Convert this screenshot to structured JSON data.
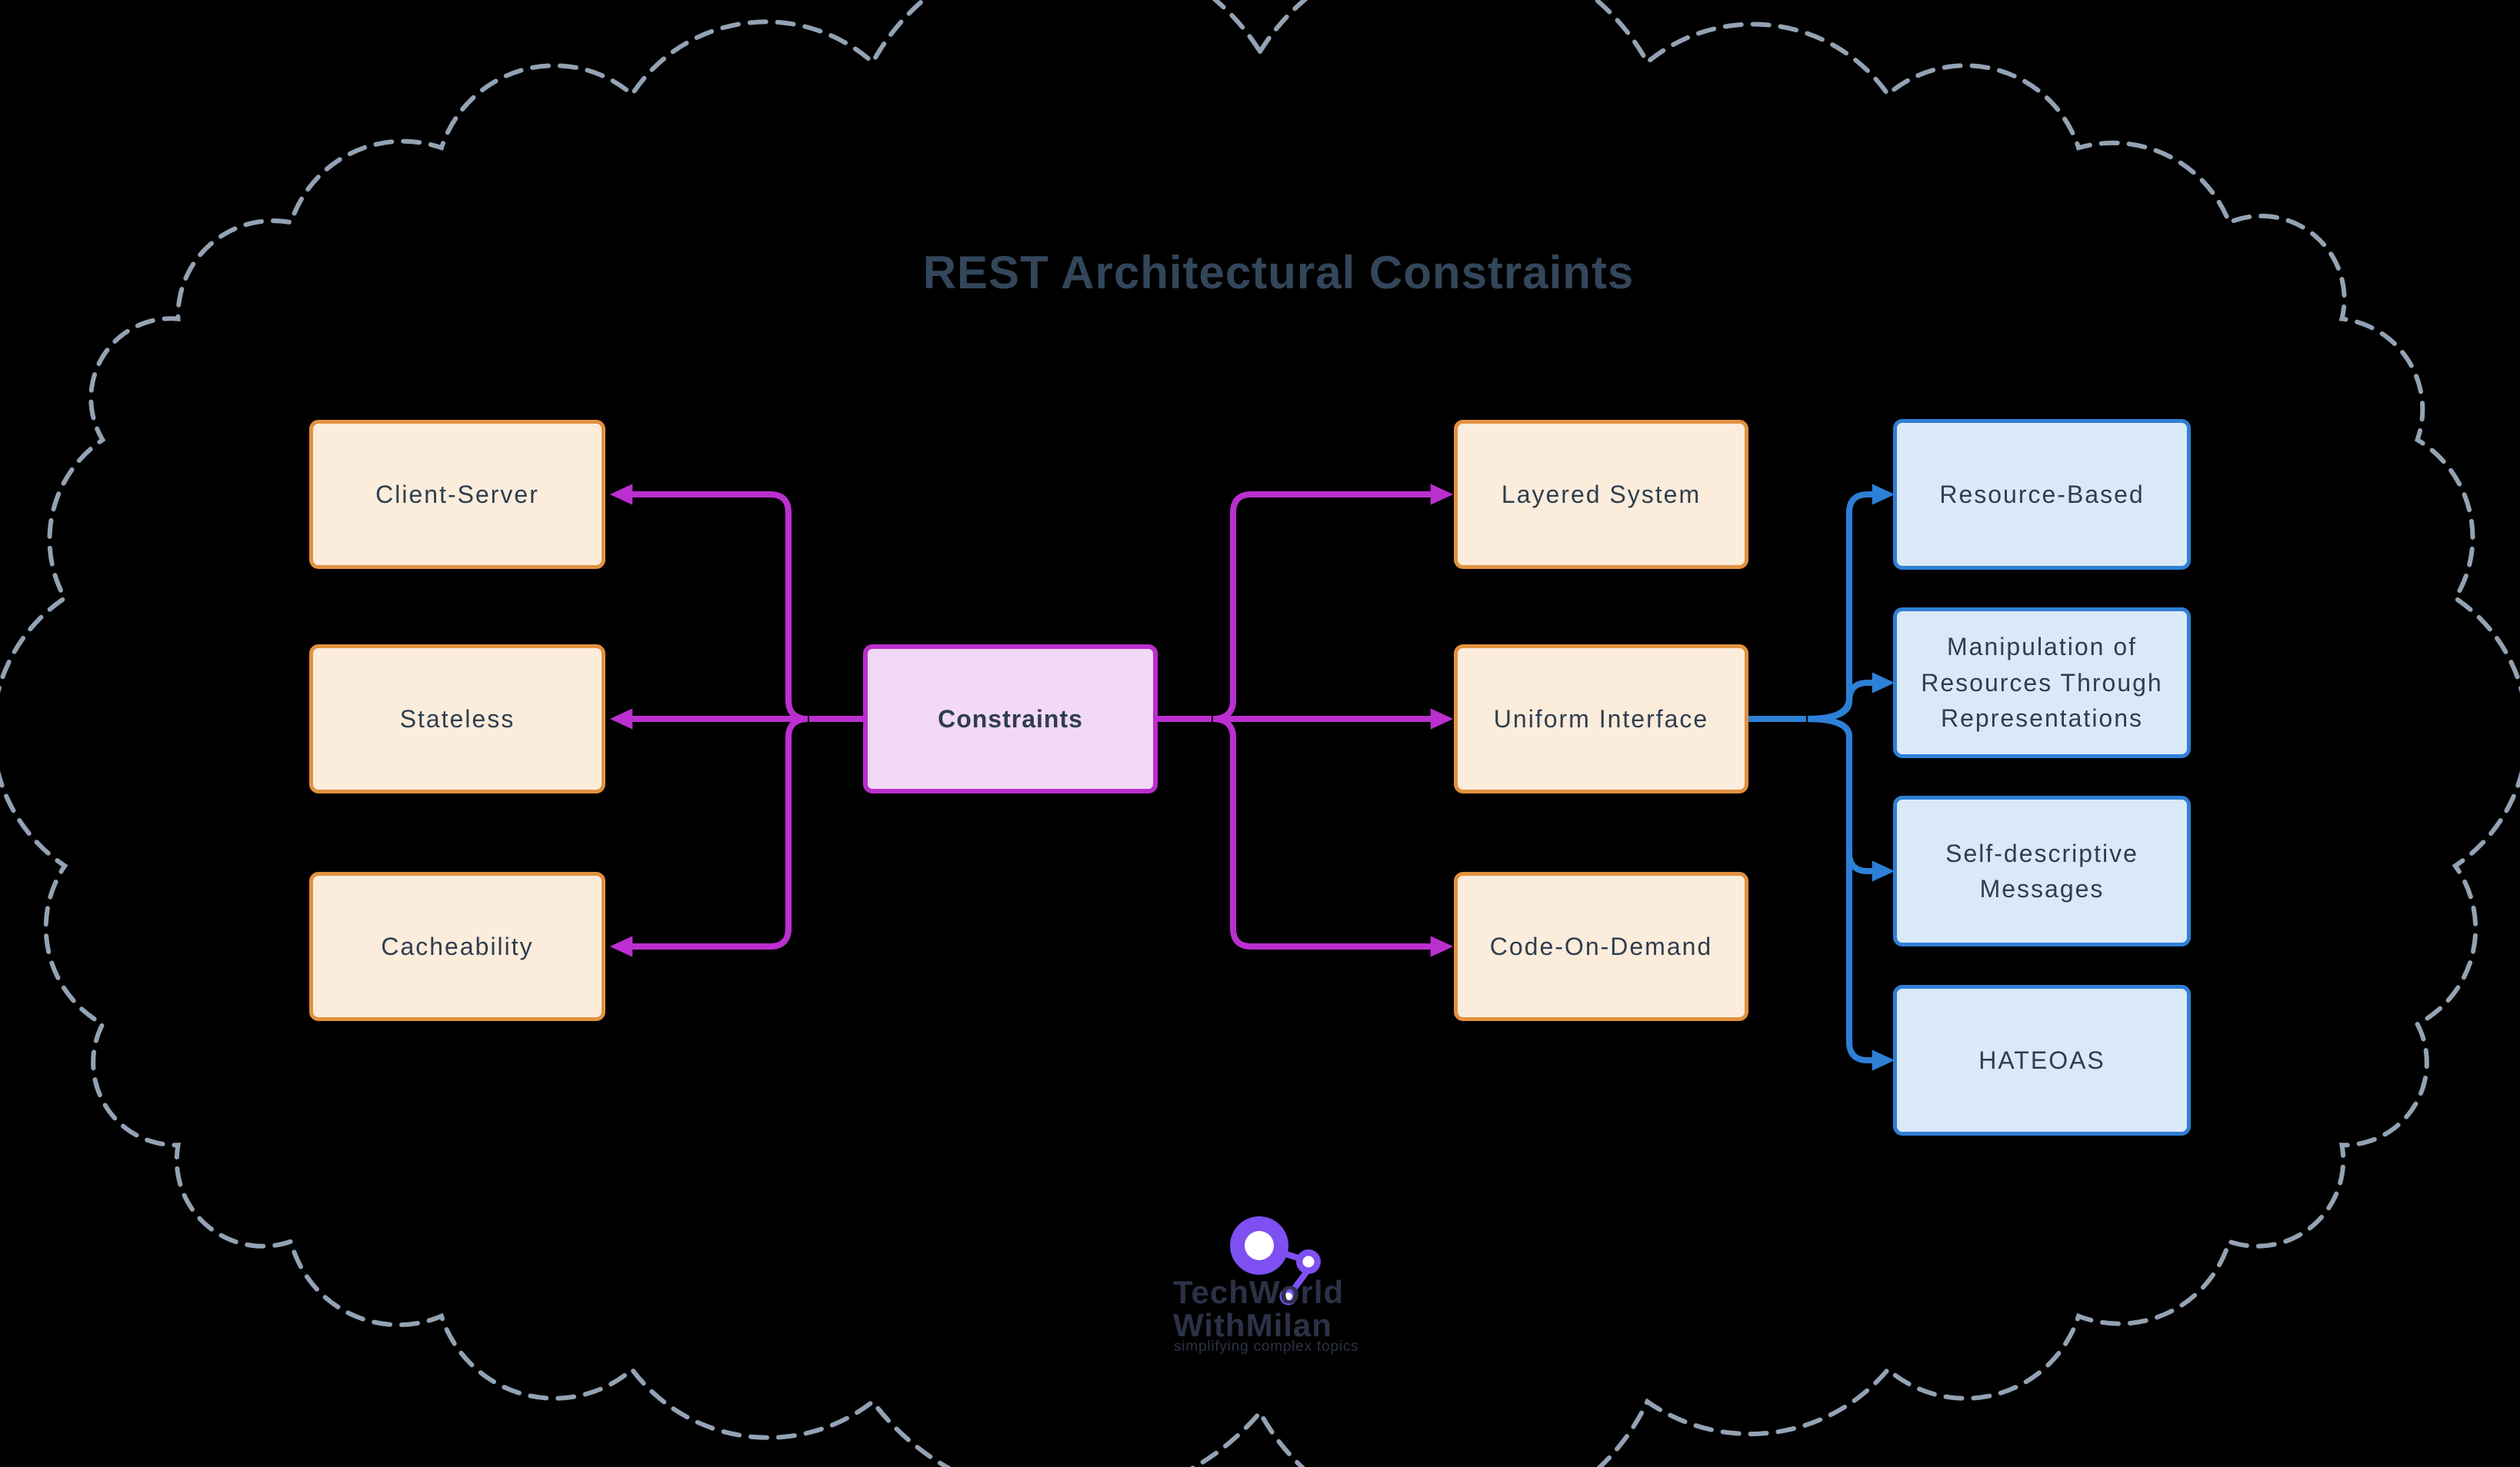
{
  "title": "REST Architectural Constraints",
  "center_node": {
    "label": "Constraints"
  },
  "left_nodes": [
    {
      "id": "client-server",
      "label": "Client-Server"
    },
    {
      "id": "stateless",
      "label": "Stateless"
    },
    {
      "id": "cacheability",
      "label": "Cacheability"
    }
  ],
  "right_nodes": [
    {
      "id": "layered-system",
      "label": "Layered System"
    },
    {
      "id": "uniform-interface",
      "label": "Uniform Interface"
    },
    {
      "id": "code-on-demand",
      "label": "Code-On-Demand"
    }
  ],
  "sub_nodes": [
    {
      "id": "resource-based",
      "label": "Resource-Based"
    },
    {
      "id": "manipulation",
      "label": "Manipulation of Resources Through Representations"
    },
    {
      "id": "self-descriptive",
      "label": "Self-descriptive Messages"
    },
    {
      "id": "hateoas",
      "label": "HATEOAS"
    }
  ],
  "logo": {
    "line1": "TechWorld",
    "line2": "WithMilan",
    "tagline": "simplifying complex topics"
  },
  "colors": {
    "background": "#000000",
    "title-text": "#33465a",
    "node-text": "#2f3e4e",
    "orange-fill": "#fbecdc",
    "orange-border": "#e2913f",
    "purple-fill": "#f2d9f7",
    "purple-border": "#ba2dcc",
    "magenta-edge": "#bb2fd0",
    "blue-fill": "#dbe8f7",
    "blue-border": "#2e7fd6",
    "blue-edge": "#2e7fd6",
    "cloud-stroke": "#93a3b4",
    "logo-purple": "#7e50f2",
    "logo-text": "#2d3147"
  }
}
